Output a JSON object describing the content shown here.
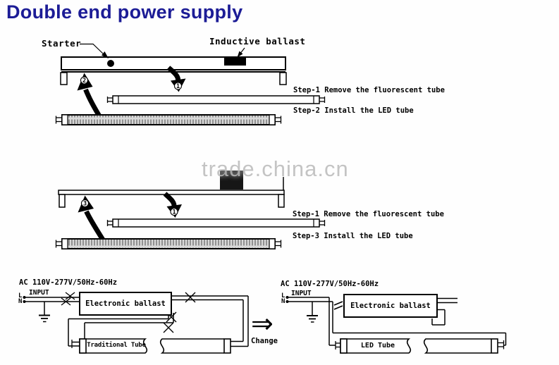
{
  "title": "Double end power supply",
  "watermark": "trade.china.cn",
  "colors": {
    "title": "#1c1c96",
    "watermark": "#bdbdbd",
    "ink": "#000000"
  },
  "section_top": {
    "starter_label": "Starter",
    "inductive_ballast_label": "Inductive ballast",
    "remove_step": "Step-1 Remove the fluorescent tube",
    "install_step": "Step-2 Install the LED tube",
    "down_badge": "1",
    "up_badge": "2"
  },
  "section_middle": {
    "remove_step": "Step-1 Remove the fluorescent tube",
    "install_step": "Step-3 Install the LED tube",
    "down_badge": "1",
    "up_badge": "3"
  },
  "section_bottom": {
    "change_label": "Change",
    "change_arrow": "⇒",
    "left": {
      "ac_label": "AC 110V-277V/50Hz-60Hz",
      "input_label": "INPUT",
      "line_label": "L",
      "neutral_label": "N",
      "ballast_label": "Electronic ballast",
      "tube_label": "Traditional Tube"
    },
    "right": {
      "ac_label": "AC 110V-277V/50Hz-60Hz",
      "input_label": "INPUT",
      "line_label": "L",
      "neutral_label": "N",
      "ballast_label": "Electronic ballast",
      "tube_label": "LED Tube"
    }
  }
}
